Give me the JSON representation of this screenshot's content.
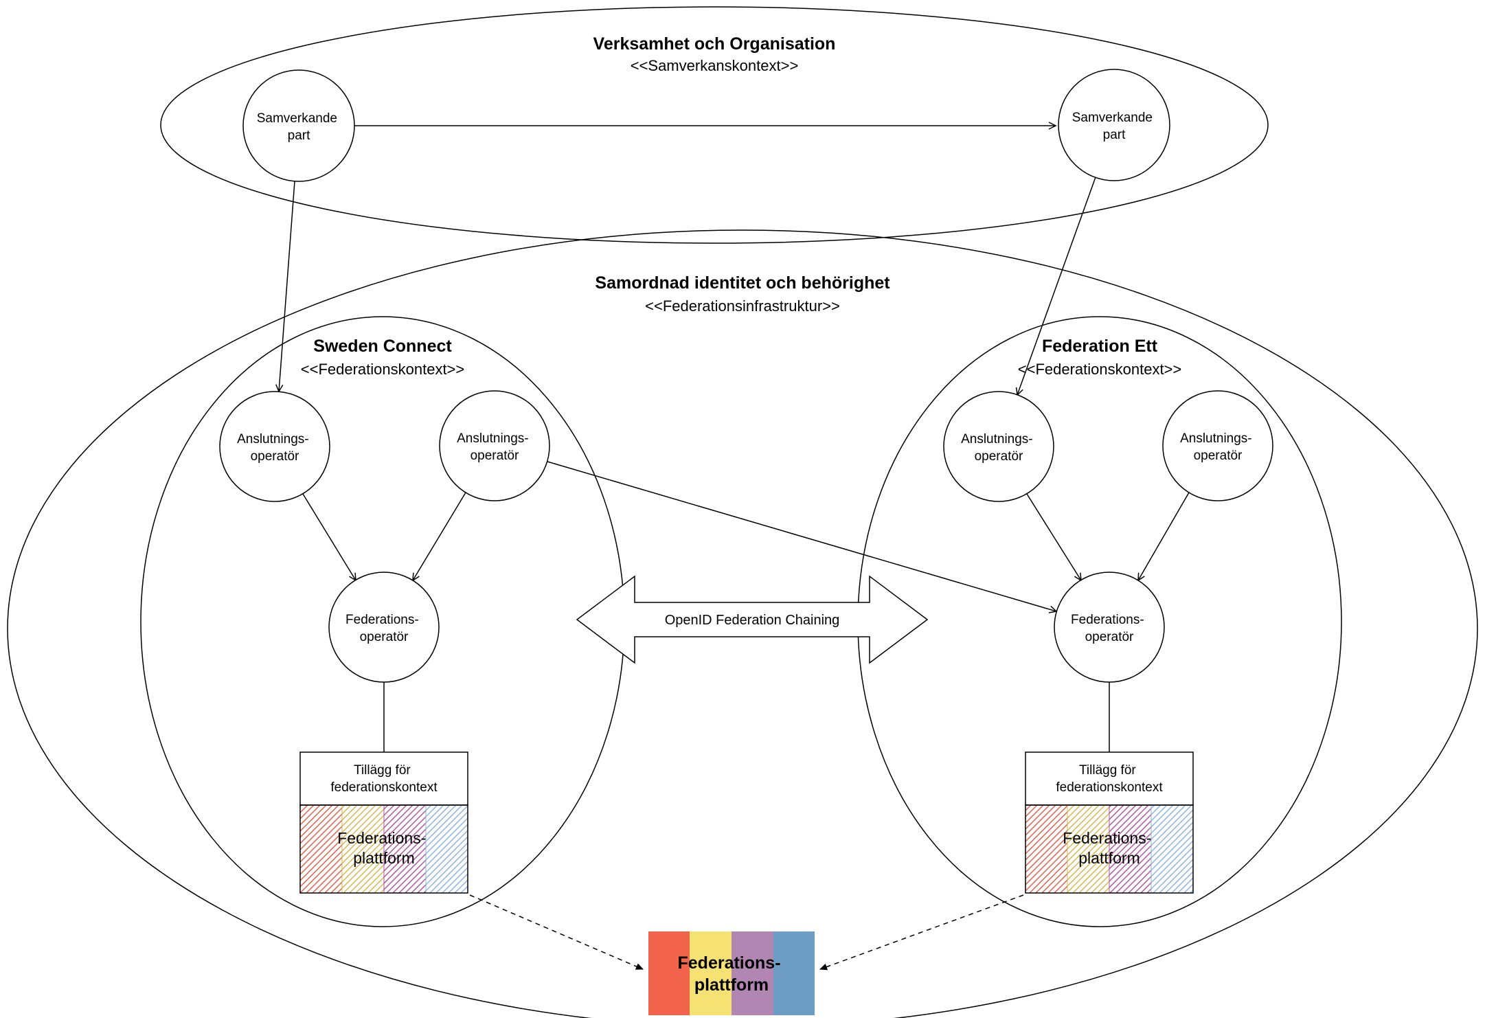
{
  "diagram": {
    "business_context": {
      "title": "Verksamhet och Organisation",
      "stereotype": "<<Samverkanskontext>>",
      "left_party": {
        "line1": "Samverkande",
        "line2": "part"
      },
      "right_party": {
        "line1": "Samverkande",
        "line2": "part"
      }
    },
    "federation_infrastructure": {
      "title": "Samordnad identitet och behörighet",
      "stereotype": "<<Federationsinfrastruktur>>"
    },
    "sweden_connect": {
      "title": "Sweden Connect",
      "stereotype": "<<Federationskontext>>",
      "connection_operator_1": {
        "line1": "Anslutnings-",
        "line2": "operatör"
      },
      "connection_operator_2": {
        "line1": "Anslutnings-",
        "line2": "operatör"
      },
      "federation_operator": {
        "line1": "Federations-",
        "line2": "operatör"
      },
      "context_addon": {
        "line1": "Tillägg för",
        "line2": "federationskontext"
      },
      "platform": {
        "line1": "Federations-",
        "line2": "plattform"
      }
    },
    "federation_ett": {
      "title": "Federation Ett",
      "stereotype": "<<Federationskontext>>",
      "connection_operator_1": {
        "line1": "Anslutnings-",
        "line2": "operatör"
      },
      "connection_operator_2": {
        "line1": "Anslutnings-",
        "line2": "operatör"
      },
      "federation_operator": {
        "line1": "Federations-",
        "line2": "operatör"
      },
      "context_addon": {
        "line1": "Tillägg för",
        "line2": "federationskontext"
      },
      "platform": {
        "line1": "Federations-",
        "line2": "plattform"
      }
    },
    "chaining": {
      "label": "OpenID Federation Chaining"
    },
    "shared_platform": {
      "line1": "Federations-",
      "line2": "plattform"
    },
    "colors": {
      "platform_red": "#f2654c",
      "platform_yellow": "#f5e272",
      "platform_purple": "#b286b2",
      "platform_blue": "#6d9dc5",
      "hatch_red": "#e0604a",
      "hatch_yellow": "#d4b84e",
      "hatch_purple": "#b0559c",
      "hatch_blue": "#8cb4e0"
    }
  }
}
